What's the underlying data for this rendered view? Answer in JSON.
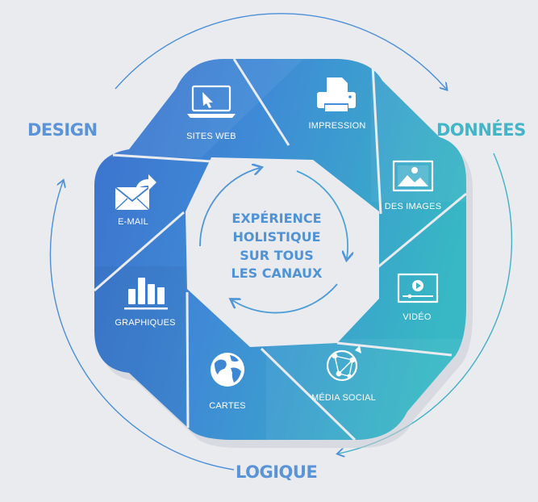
{
  "outer_labels": {
    "design": "DESIGN",
    "donnees": "DONNÉES",
    "logique": "LOGIQUE"
  },
  "segments": [
    {
      "label": "SITES WEB",
      "icon": "laptop-icon"
    },
    {
      "label": "IMPRESSION",
      "icon": "printer-icon"
    },
    {
      "label": "DES IMAGES",
      "icon": "image-icon"
    },
    {
      "label": "VIDÉO",
      "icon": "video-player-icon"
    },
    {
      "label": "MÉDIA SOCIAL",
      "icon": "social-network-icon"
    },
    {
      "label": "CARTES",
      "icon": "globe-icon"
    },
    {
      "label": "GRAPHIQUES",
      "icon": "bar-chart-icon"
    },
    {
      "label": "E-MAIL",
      "icon": "envelope-icon"
    }
  ],
  "center": {
    "line1": "EXPÉRIENCE",
    "line2": "HOLISTIQUE",
    "line3": "SUR TOUS",
    "line4": "LES CANAUX"
  },
  "colors": {
    "background": "#e9ebef",
    "blue": "#3f7fd0",
    "teal": "#3ab0c4",
    "label_blue": "#5aa0d8",
    "label_teal": "#3fb7c7"
  }
}
